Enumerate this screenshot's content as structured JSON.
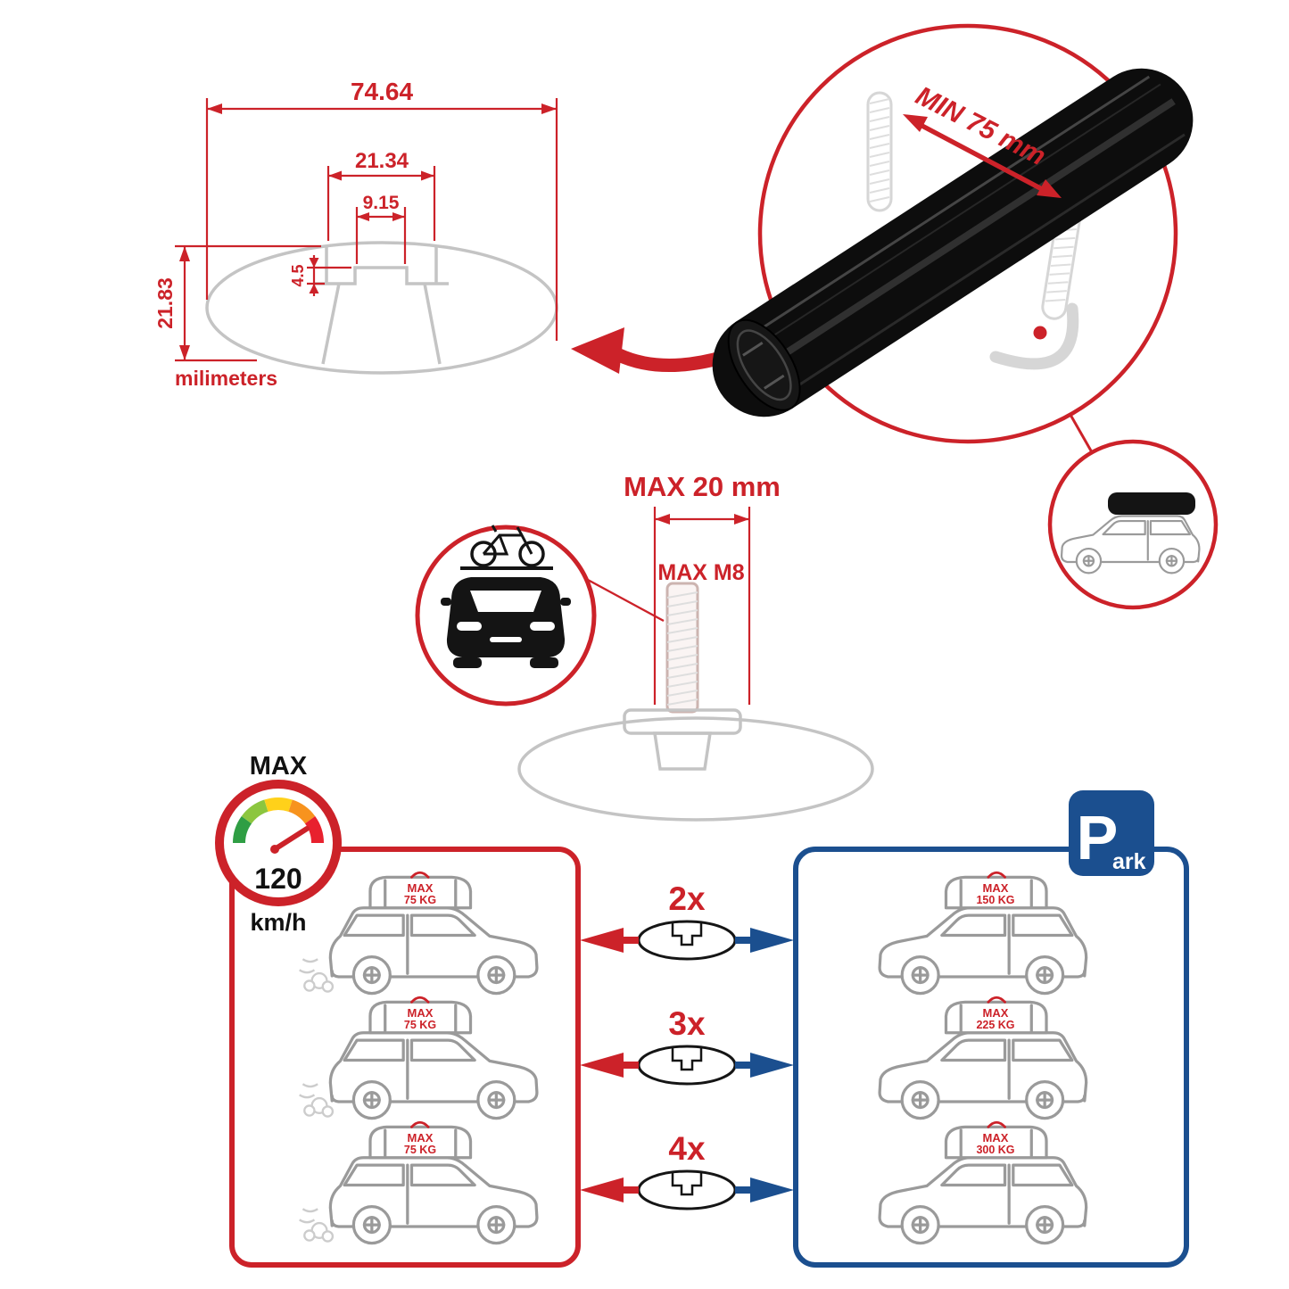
{
  "colors": {
    "accent_red": "#cc2229",
    "accent_blue": "#1b4f8f",
    "drawing_gray": "#c4c4c4",
    "bar_black": "#0d0d0d"
  },
  "tech_drawing": {
    "width_total": "74.64",
    "channel_width": "21.34",
    "slot_width": "9.15",
    "step_depth": "4.5",
    "height_total": "21.83",
    "units": "milimeters"
  },
  "crossbar_detail": {
    "clamp_min": "MIN 75 mm"
  },
  "bolt_detail": {
    "max_length": "MAX 20 mm",
    "max_thread": "MAX M8"
  },
  "speed_limit": {
    "label": "MAX",
    "value": "120",
    "unit": "km/h"
  },
  "capacity": {
    "red_cars": [
      {
        "label": "MAX",
        "weight": "75 KG"
      },
      {
        "label": "MAX",
        "weight": "75 KG"
      },
      {
        "label": "MAX",
        "weight": "75 KG"
      }
    ],
    "multipliers": [
      "2x",
      "3x",
      "4x"
    ],
    "blue_cars": [
      {
        "label": "MAX",
        "weight": "150 KG"
      },
      {
        "label": "MAX",
        "weight": "225 KG"
      },
      {
        "label": "MAX",
        "weight": "300 KG"
      }
    ],
    "parking_sign": {
      "letter": "P",
      "suffix": "ark"
    }
  }
}
